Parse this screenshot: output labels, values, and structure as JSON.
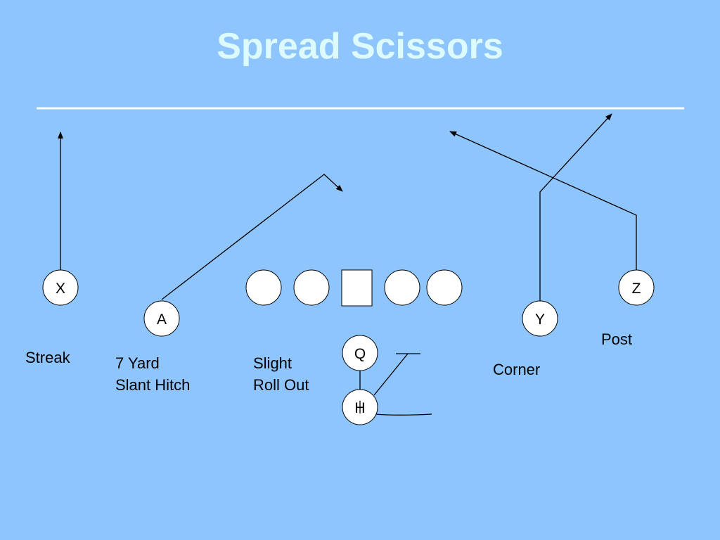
{
  "title": "Spread Scissors",
  "players": {
    "x": "X",
    "a": "A",
    "y": "Y",
    "z": "Z",
    "q": "Q",
    "h": "H"
  },
  "routes": {
    "x": "Streak",
    "a": [
      "7 Yard",
      "Slant Hitch"
    ],
    "q": [
      "Slight",
      "Roll Out"
    ],
    "y": "Corner",
    "z": "Post"
  },
  "colors": {
    "background": "#8ec5fd",
    "title": "#ddfbff",
    "line_of_scrimmage": "#ffffff",
    "route": "#000000",
    "player_fill": "#ffffff"
  }
}
